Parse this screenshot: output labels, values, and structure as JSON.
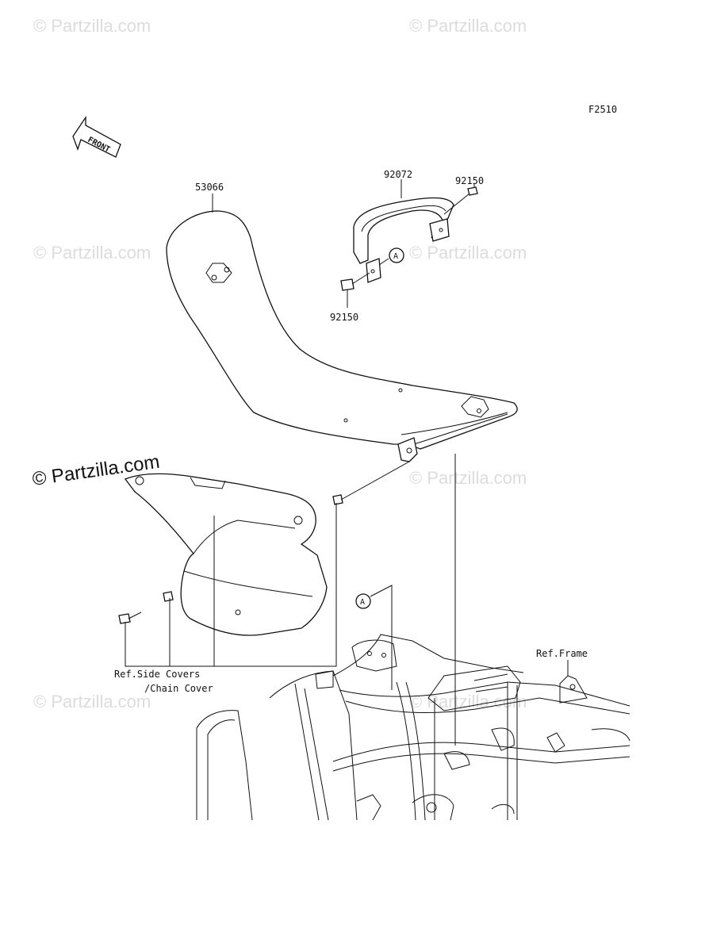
{
  "figure_code": "F2510",
  "front_arrow": {
    "label": "FRONT",
    "icon": "front-direction-arrow-icon"
  },
  "watermark": "© Partzilla.com",
  "callouts": {
    "seat": "53066",
    "grab_bar": "92072",
    "bolt_right": "92150",
    "bolt_left": "92150",
    "ref_marker_top": "A",
    "ref_marker_frame": "A"
  },
  "references": {
    "side_covers_line1": "Ref.Side Covers",
    "side_covers_line2": "/Chain Cover",
    "frame": "Ref.Frame"
  }
}
